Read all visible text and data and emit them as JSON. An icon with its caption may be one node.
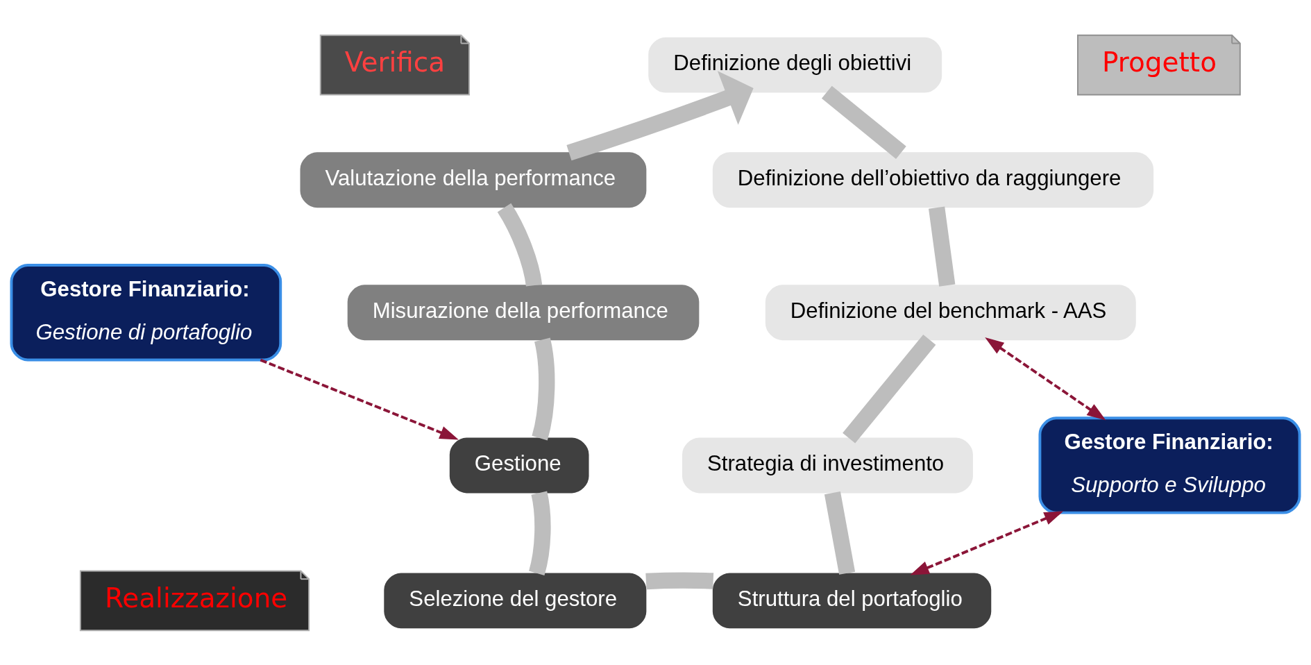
{
  "diagram": {
    "nodes": [
      {
        "text": [
          "Definizione degli obiettivi"
        ]
      },
      {
        "text": [
          "Verifica"
        ]
      },
      {
        "text": [
          "Progetto"
        ]
      },
      {
        "text": [
          "Valutazione della performance"
        ]
      },
      {
        "text": [
          "Definizione dell’obiettivo da raggiungere"
        ]
      },
      {
        "text": [
          "Misurazione della performance"
        ]
      },
      {
        "text": [
          "Definizione del benchmark - AAS"
        ]
      },
      {
        "text": [
          "Gestore Finanziario:",
          "Gestione di portafoglio"
        ]
      },
      {
        "text": [
          "Gestione"
        ]
      },
      {
        "text": [
          "Strategia di investimento"
        ]
      },
      {
        "text": [
          "Gestore Finanziario:",
          "Supporto e Sviluppo"
        ]
      },
      {
        "text": [
          "Realizzazione"
        ]
      },
      {
        "text": [
          "Selezione del gestore"
        ]
      },
      {
        "text": [
          "Struttura del portafoglio"
        ]
      }
    ],
    "edges": [
      {
        "from": 0,
        "to": 4,
        "arrow": "none"
      },
      {
        "from": 4,
        "to": 6,
        "arrow": "none"
      },
      {
        "from": 6,
        "to": 9,
        "arrow": "none"
      },
      {
        "from": 9,
        "to": 13,
        "arrow": "none"
      },
      {
        "from": 13,
        "to": 12,
        "arrow": "none"
      },
      {
        "from": 12,
        "to": 8,
        "arrow": "none"
      },
      {
        "from": 8,
        "to": 5,
        "arrow": "none"
      },
      {
        "from": 5,
        "to": 3,
        "arrow": "none"
      },
      {
        "from": 3,
        "to": 0,
        "arrow": "to"
      },
      {
        "from": 7,
        "to": 8,
        "arrow": "to",
        "style": "dashed",
        "color": "#8b1538"
      },
      {
        "from": 6,
        "to": 10,
        "arrow": "both",
        "style": "dashed",
        "color": "#8b1538"
      },
      {
        "from": 10,
        "to": 13,
        "arrow": "both",
        "style": "dashed",
        "color": "#8b1538"
      }
    ]
  }
}
